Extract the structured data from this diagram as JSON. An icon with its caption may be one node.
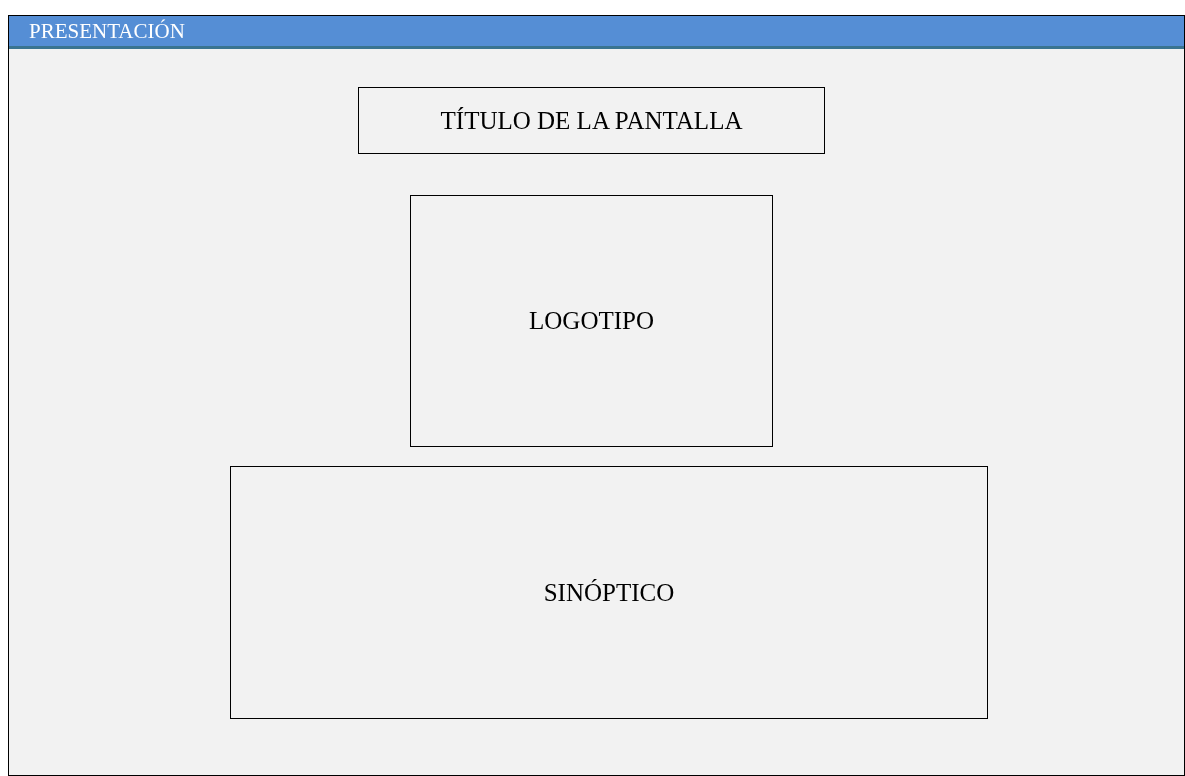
{
  "diagram": {
    "nodes": [
      {
        "text": [
          "PRESENTACIÓN"
        ]
      },
      {
        "text": [
          "TÍTULO DE LA PANTALLA"
        ],
        "in": 0
      },
      {
        "text": [
          "LOGOTIPO"
        ],
        "in": 0
      },
      {
        "text": [
          "SINÓPTICO"
        ],
        "in": 0
      }
    ]
  }
}
